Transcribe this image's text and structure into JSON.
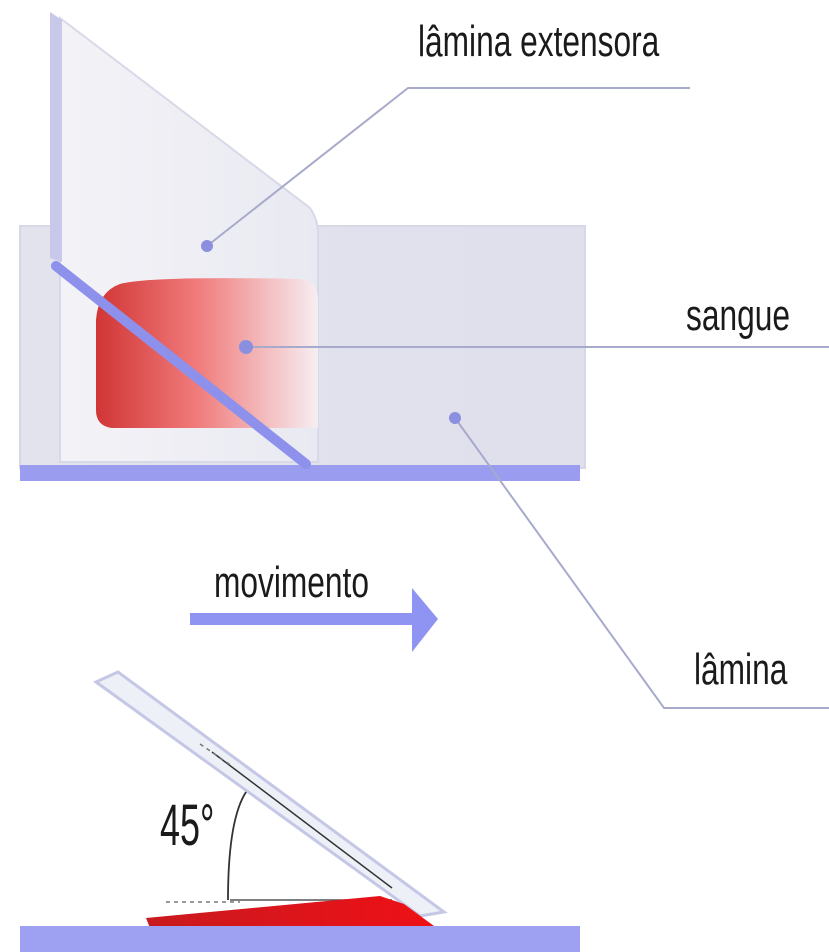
{
  "labels": {
    "extensor_slide": "lâmina extensora",
    "blood": "sangue",
    "movement": "movimento",
    "slide": "lâmina",
    "angle": "45°"
  },
  "colors": {
    "slide_fill": "#e6e7f0",
    "slide_edge": "#9a9cf0",
    "blood_dark": "#d63a3a",
    "blood_light": "#f7e8ea",
    "leader_line": "#a8aacc",
    "marker_dot": "#8a8fe0",
    "arrow": "#8f93f2",
    "smear_red": "#e4141b"
  },
  "icons": {
    "movement_arrow": "arrow-right-icon"
  }
}
